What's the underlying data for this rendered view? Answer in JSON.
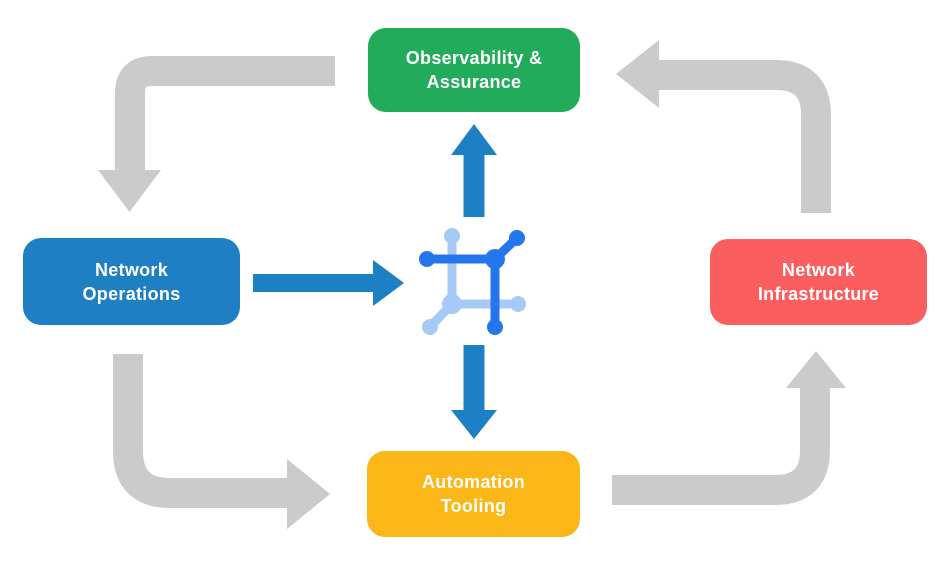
{
  "nodes": [
    {
      "id": "observability-assurance",
      "label": "Observability &\nAssurance",
      "color": "#23AB5C"
    },
    {
      "id": "network-operations",
      "label": "Network\nOperations",
      "color": "#1E80C2"
    },
    {
      "id": "network-infrastructure",
      "label": "Network\nInfrastructure",
      "color": "#FA5E5E"
    },
    {
      "id": "automation-tooling",
      "label": "Automation\nTooling",
      "color": "#FBB717"
    }
  ],
  "colors": {
    "background": "#FFFFFF",
    "cycle_arrow": "#CBCBCB",
    "flow_arrow": "#1D80C5",
    "icon_dark": "#2576EA",
    "icon_light": "#A6C9F6",
    "label_text": "#FFFFFF"
  },
  "center_icon": {
    "name": "network-chip-icon"
  },
  "flow": {
    "cycle": [
      "Observability & Assurance",
      "Network Operations",
      "Automation Tooling",
      "Network Infrastructure"
    ],
    "hub_links": [
      "Network Operations → hub",
      "hub → Observability & Assurance",
      "hub → Automation Tooling"
    ]
  }
}
